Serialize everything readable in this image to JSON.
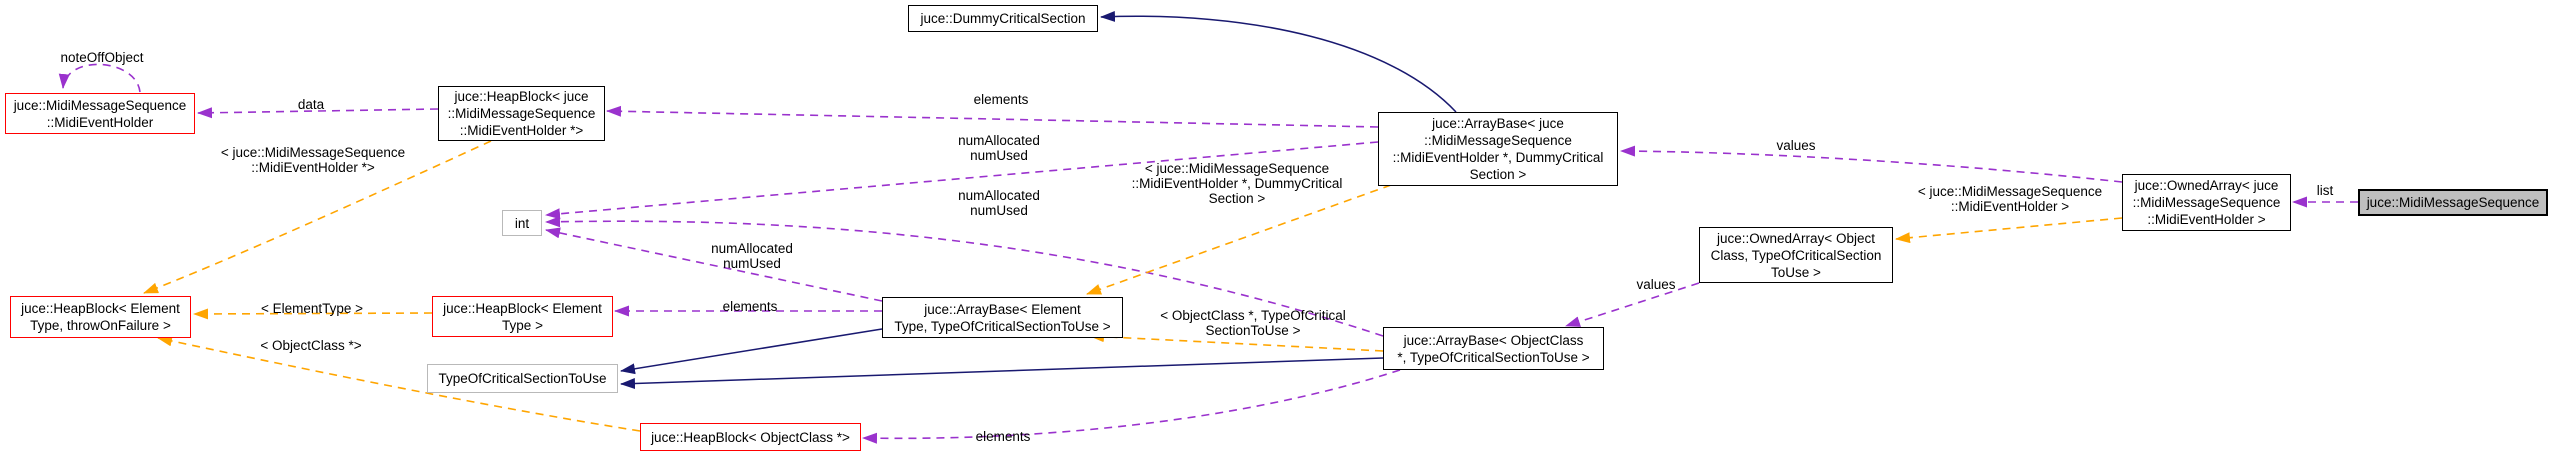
{
  "diagram": {
    "type": "doxygen-collaboration-graph",
    "current_class": "juce::MidiMessageSequence",
    "colors": {
      "usage_edge": "#9a32cd",
      "template_edge": "#ffa500",
      "inheritance_edge": "#191970",
      "node_border": "#000000",
      "highlight_node_border": "#ff0000",
      "plain_node_border": "#b9b9b9",
      "current_node_fill": "#bfbfbf",
      "background": "#ffffff"
    },
    "nodes": {
      "midi_event_holder": "juce::MidiMessageSequence\n::MidiEventHolder",
      "heapblock_midi_event_holder": "juce::HeapBlock< juce\n::MidiMessageSequence\n::MidiEventHolder *>",
      "dummy_critical_section": "juce::DummyCriticalSection",
      "arraybase_midi_event_holder": "juce::ArrayBase< juce\n::MidiMessageSequence\n::MidiEventHolder *, DummyCritical\nSection >",
      "int": "int",
      "heapblock_element_throw": "juce::HeapBlock< Element\nType, throwOnFailure >",
      "heapblock_element": "juce::HeapBlock< Element\nType >",
      "arraybase_element": "juce::ArrayBase< Element\nType, TypeOfCriticalSectionToUse >",
      "type_of_critical_section_to_use": "TypeOfCriticalSectionToUse",
      "heapblock_objectclass": "juce::HeapBlock< ObjectClass *>",
      "arraybase_objectclass": "juce::ArrayBase< ObjectClass\n*, TypeOfCriticalSectionToUse >",
      "ownedarray_objectclass": "juce::OwnedArray< Object\nClass, TypeOfCriticalSection\nToUse >",
      "ownedarray_midi_event_holder": "juce::OwnedArray< juce\n::MidiMessageSequence\n::MidiEventHolder >",
      "midi_message_sequence": "juce::MidiMessageSequence"
    },
    "edge_labels": {
      "note_off_object": "noteOffObject",
      "data": "data",
      "elements_heapblock_midi": "elements",
      "num_allocated_used_midi": "numAllocated\nnumUsed",
      "num_allocated_used_objectclass": "numAllocated\nnumUsed",
      "num_allocated_used_element": "numAllocated\nnumUsed",
      "template_heapblock_midi": "< juce::MidiMessageSequence\n::MidiEventHolder *>",
      "template_arraybase_midi": "< juce::MidiMessageSequence\n::MidiEventHolder *, DummyCritical\nSection >",
      "template_element_type": "< ElementType >",
      "template_objectclass_ptr": "< ObjectClass *>",
      "elements_heapblock_element": "elements",
      "template_arraybase_objectclass": "< ObjectClass *, TypeOfCritical\nSectionToUse >",
      "elements_heapblock_objectclass": "elements",
      "values_objectclass": "values",
      "values_midi": "values",
      "template_ownedarray_midi": "< juce::MidiMessageSequence\n::MidiEventHolder >",
      "list": "list"
    }
  }
}
